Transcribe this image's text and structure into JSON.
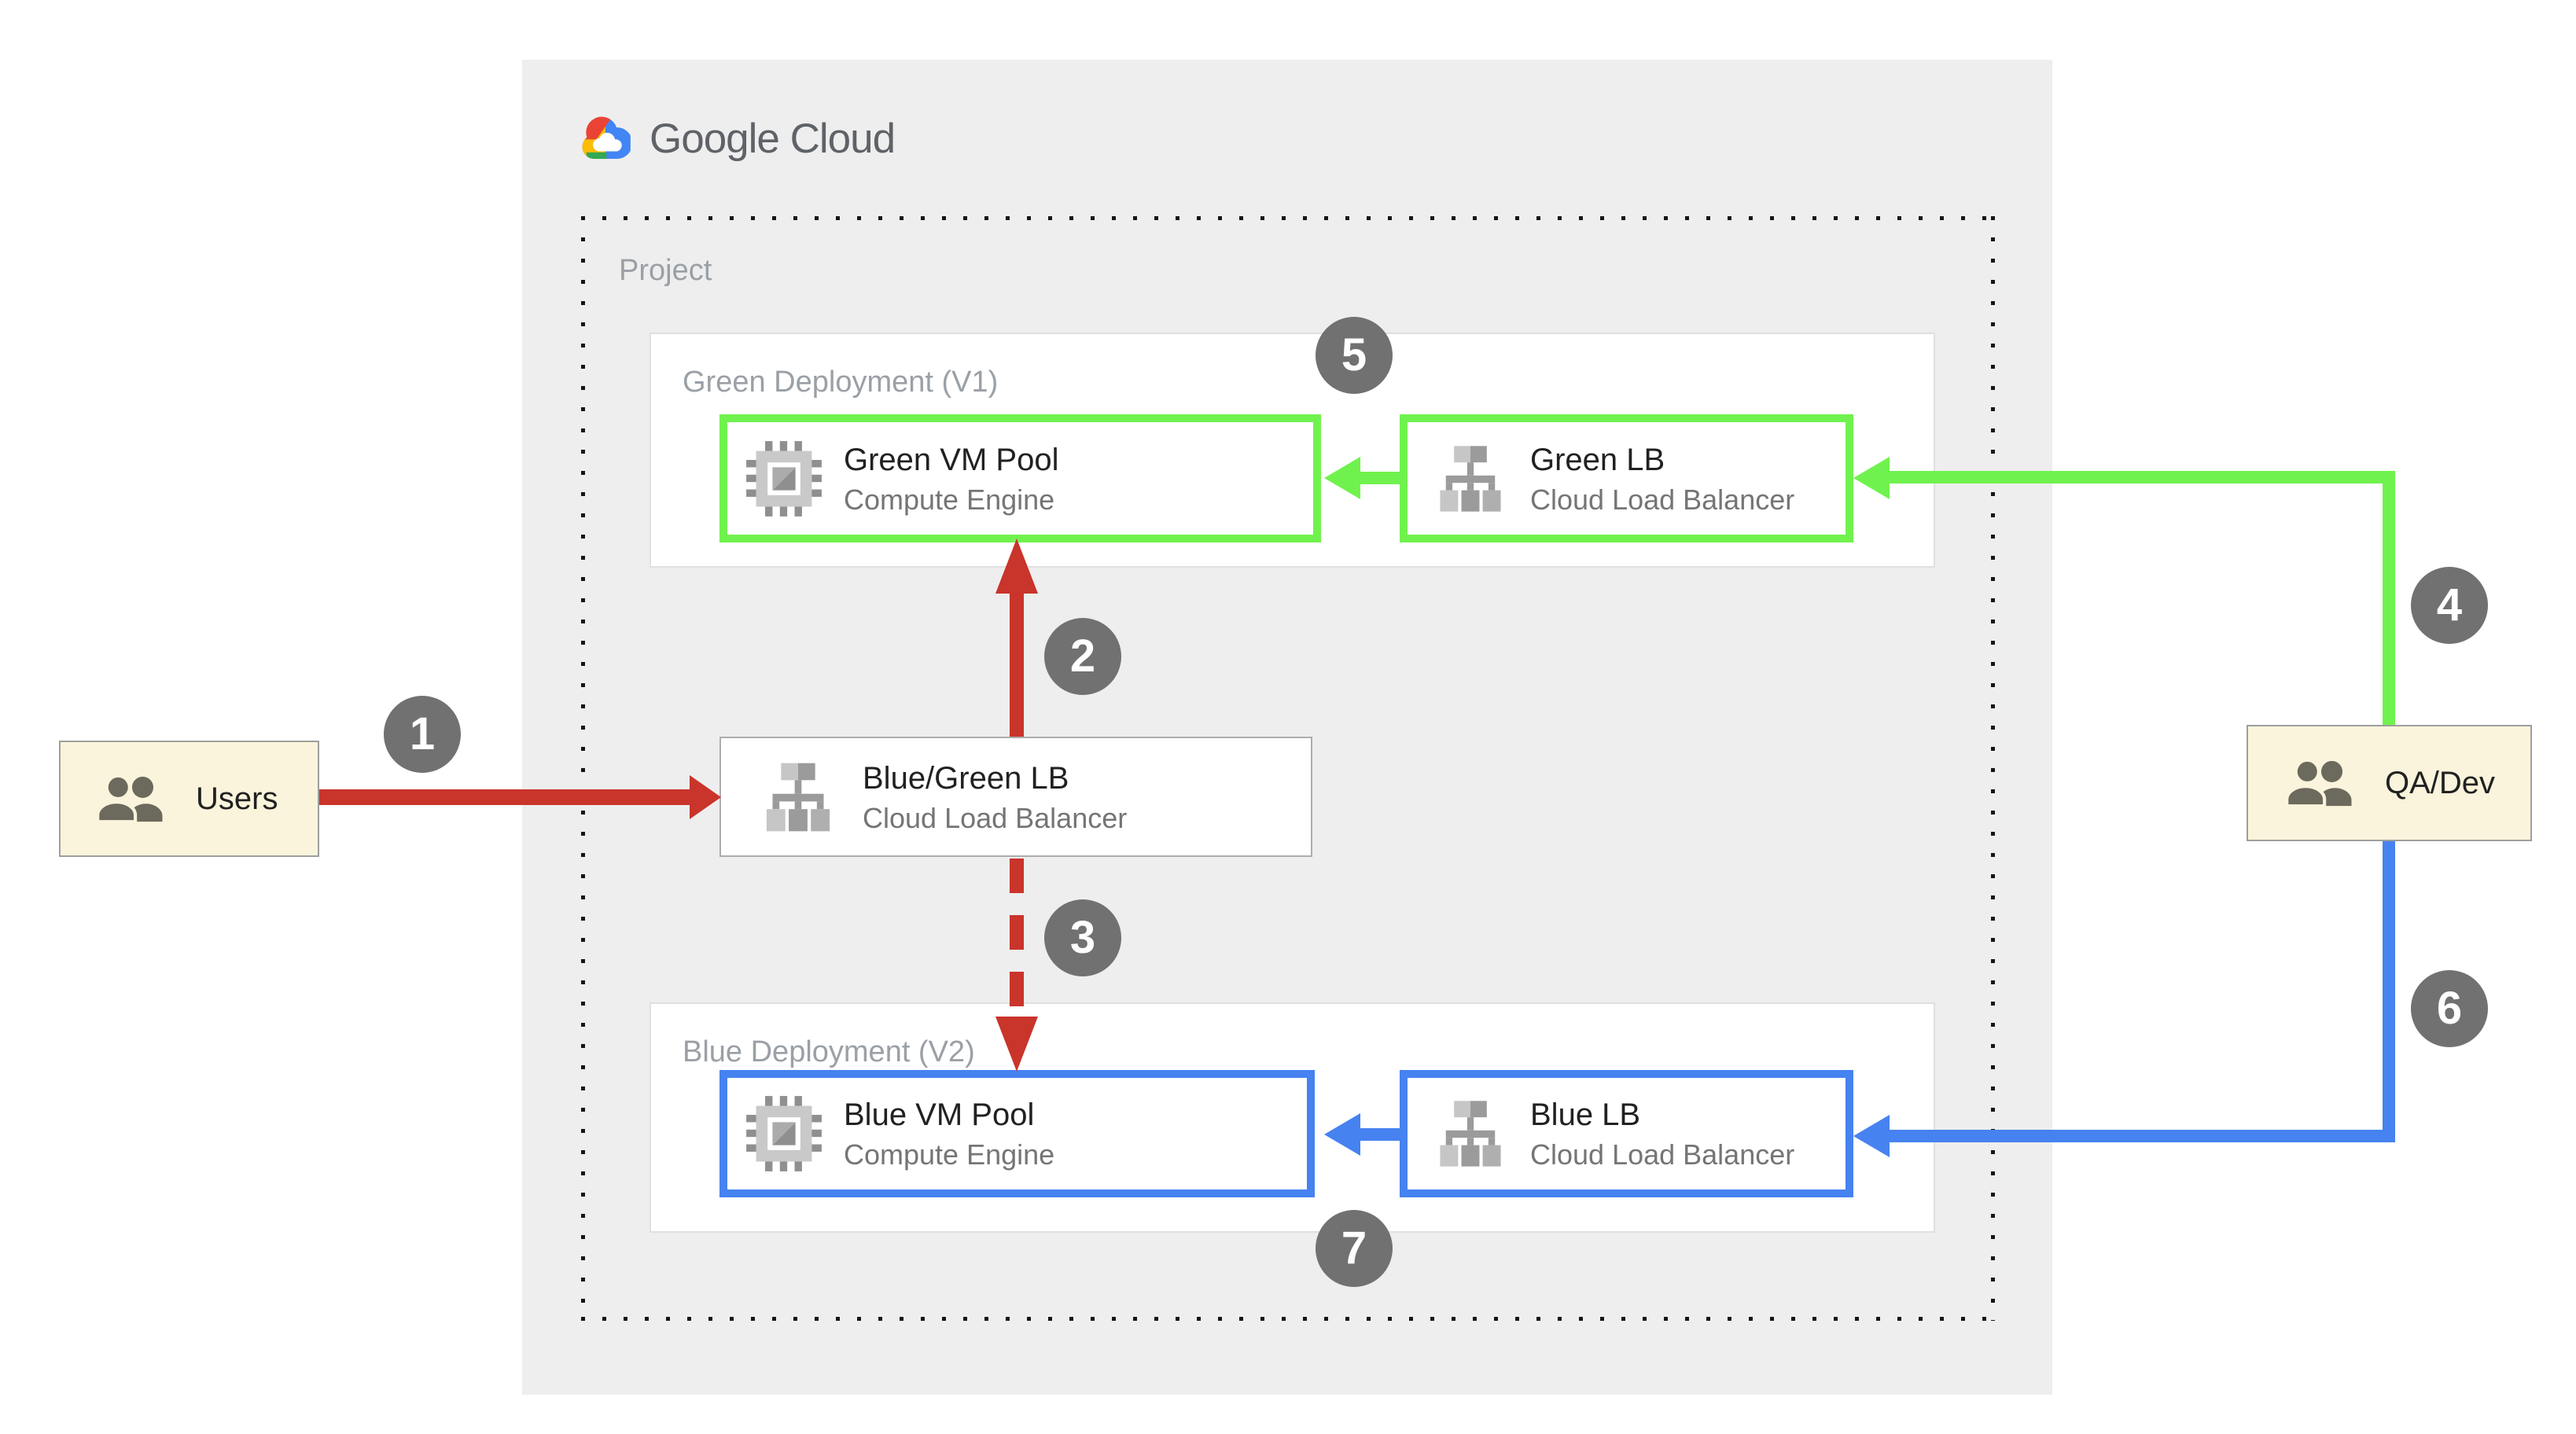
{
  "logo": {
    "text": "Google Cloud"
  },
  "project": {
    "label": "Project"
  },
  "green_deployment": {
    "label": "Green Deployment (V1)"
  },
  "blue_deployment": {
    "label": "Blue Deployment (V2)"
  },
  "nodes": {
    "green_vm": {
      "title": "Green VM Pool",
      "subtitle": "Compute Engine"
    },
    "green_lb": {
      "title": "Green LB",
      "subtitle": "Cloud Load Balancer"
    },
    "bluegreen_lb": {
      "title": "Blue/Green LB",
      "subtitle": "Cloud Load Balancer"
    },
    "blue_vm": {
      "title": "Blue VM Pool",
      "subtitle": "Compute Engine"
    },
    "blue_lb": {
      "title": "Blue LB",
      "subtitle": "Cloud Load Balancer"
    },
    "users": {
      "label": "Users"
    },
    "qa_dev": {
      "label": "QA/Dev"
    }
  },
  "badges": [
    {
      "label": "1"
    },
    {
      "label": "2"
    },
    {
      "label": "3"
    },
    {
      "label": "4"
    },
    {
      "label": "5"
    },
    {
      "label": "6"
    },
    {
      "label": "7"
    }
  ],
  "colors": {
    "green": "#70F24E",
    "blue": "#4682F0",
    "red": "#C9342B",
    "badge": "#717171",
    "panel": "#EEEEEE",
    "cream": "#FBF4DC",
    "label_gray": "#9AA0A6",
    "subtitle_gray": "#757575",
    "title_dark": "#212121",
    "logo_gray": "#5F6368"
  }
}
